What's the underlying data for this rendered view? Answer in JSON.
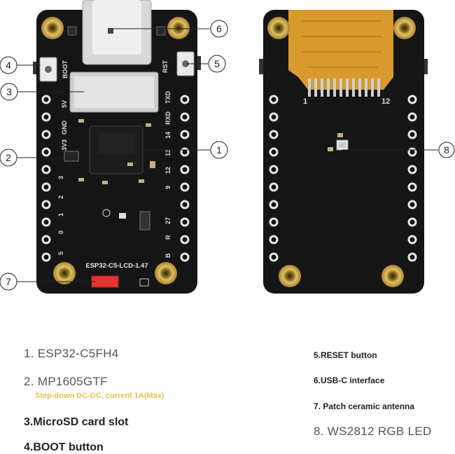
{
  "board_front": {
    "silk_boot": "BOOT",
    "silk_rst": "RST",
    "silk_5v": "5V",
    "silk_gnd": "GND",
    "silk_3v3": "3V3",
    "silk_rxd": "RXD",
    "silk_txd": "TXD",
    "silk_name": "ESP32-C5-LCD-1.47",
    "silk_pins_right": [
      "14",
      "13",
      "12",
      "9",
      "27",
      "R",
      "B"
    ],
    "silk_pins_left": [
      "3",
      "2",
      "1",
      "0",
      "5"
    ]
  },
  "board_back": {
    "fpc_pin_first": "1",
    "fpc_pin_last": "12"
  },
  "callouts": [
    "1",
    "2",
    "3",
    "4",
    "5",
    "6",
    "7",
    "8"
  ],
  "legend": {
    "item1": "1. ESP32-C5FH4",
    "item2": "2. MP1605GTF",
    "item2_sub": "Step-down DC-DC, current 1A(Max)",
    "item3": "3.MicroSD card slot",
    "item4": "4.BOOT button",
    "item5": "5.RESET button",
    "item6": "6.USB-C interface",
    "item7": "7. Patch ceramic antenna",
    "item8": "8. WS2812 RGB LED"
  },
  "colors": {
    "pcb": "#151515",
    "gold": "#c9a441",
    "fpc": "#d89a2c",
    "antenna": "#e3342f",
    "callout_line": "#222222"
  }
}
